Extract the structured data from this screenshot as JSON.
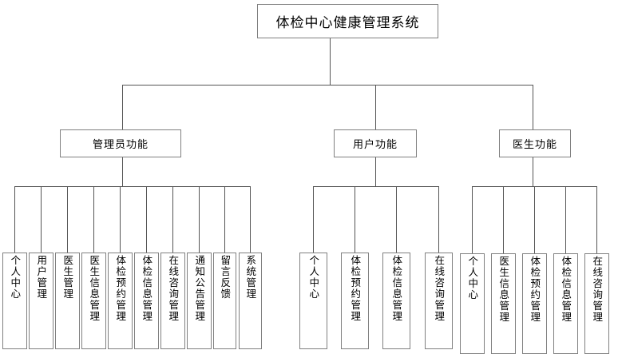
{
  "diagram": {
    "title": "体检中心健康管理系统",
    "type": "system-function-tree",
    "colors": {
      "box_border": "#808080",
      "box_fill": "#ffffff",
      "connector": "#555555",
      "text": "#000000"
    },
    "root": {
      "label": "体检中心健康管理系统"
    },
    "branches": [
      {
        "id": "admin",
        "label": "管理员功能",
        "leaves": [
          {
            "label": "个人中心"
          },
          {
            "label": "用户管理"
          },
          {
            "label": "医生管理"
          },
          {
            "label": "医生信息管理"
          },
          {
            "label": "体检预约管理"
          },
          {
            "label": "体检信息管理"
          },
          {
            "label": "在线咨询管理"
          },
          {
            "label": "通知公告管理"
          },
          {
            "label": "留言反馈"
          },
          {
            "label": "系统管理"
          }
        ]
      },
      {
        "id": "user",
        "label": "用户功能",
        "leaves": [
          {
            "label": "个人中心"
          },
          {
            "label": "体检预约管理"
          },
          {
            "label": "体检信息管理"
          },
          {
            "label": "在线咨询管理"
          }
        ]
      },
      {
        "id": "doctor",
        "label": "医生功能",
        "leaves": [
          {
            "label": "个人中心"
          },
          {
            "label": "医生信息管理"
          },
          {
            "label": "体检预约管理"
          },
          {
            "label": "体检信息管理"
          },
          {
            "label": "在线咨询管理"
          }
        ]
      }
    ]
  }
}
